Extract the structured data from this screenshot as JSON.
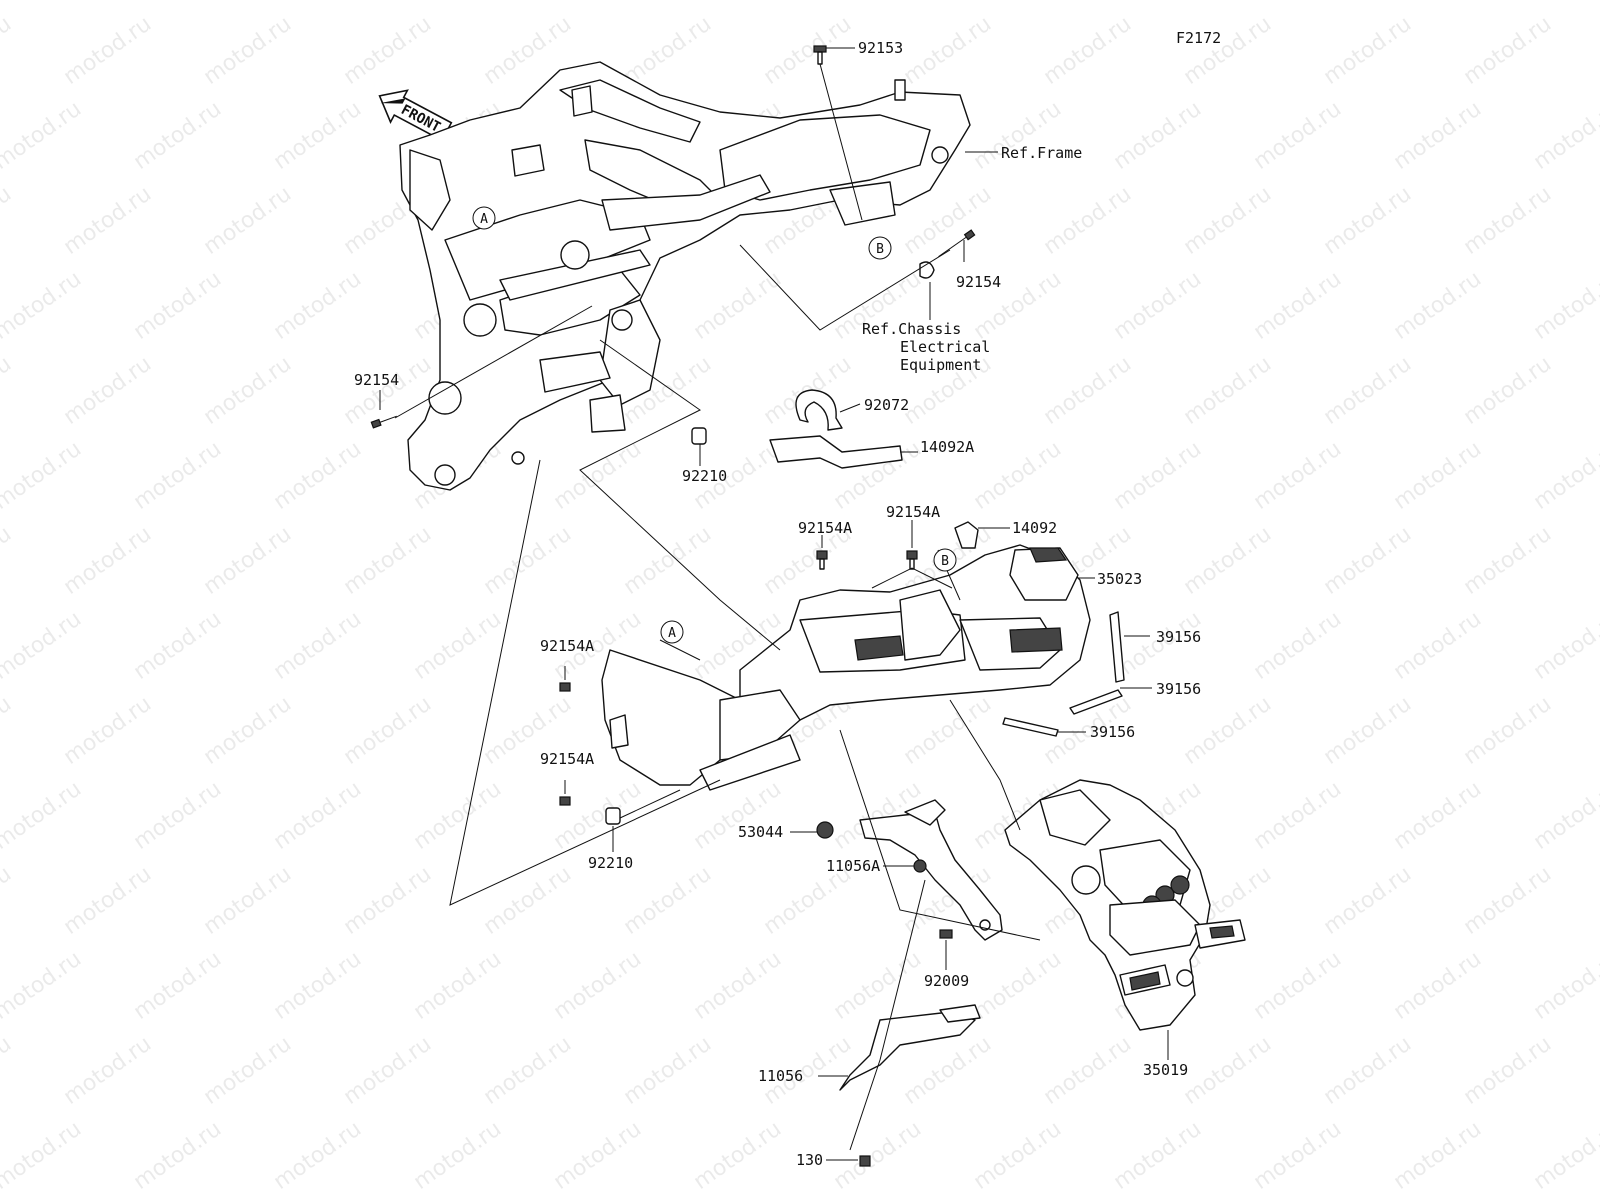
{
  "figure_code": "F2172",
  "front_arrow": "FRONT",
  "watermark_text": "motod.ru",
  "circles": [
    "A",
    "B",
    "B",
    "A"
  ],
  "labels": {
    "p92153": "92153",
    "ref_frame": "Ref.Frame",
    "p92154_top": "92154",
    "ref_chassis_1": "Ref.Chassis",
    "ref_chassis_2": "Electrical",
    "ref_chassis_3": "Equipment",
    "p92154_left": "92154",
    "p92072": "92072",
    "p14092A": "14092A",
    "p92210_top": "92210",
    "p92154A_1": "92154A",
    "p92154A_2": "92154A",
    "p14092": "14092",
    "p35023": "35023",
    "p39156_1": "39156",
    "p39156_2": "39156",
    "p39156_3": "39156",
    "p92154A_3": "92154A",
    "p92154A_4": "92154A",
    "p92210_bot": "92210",
    "p53044": "53044",
    "p11056A": "11056A",
    "p92009": "92009",
    "p35019": "35019",
    "p11056": "11056",
    "p130": "130"
  }
}
